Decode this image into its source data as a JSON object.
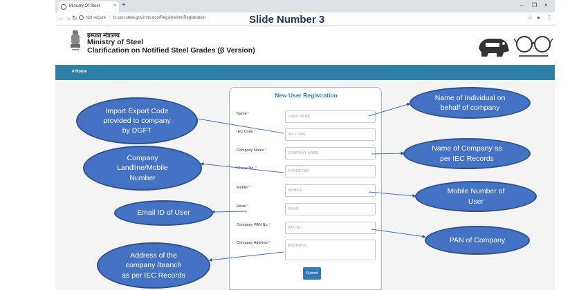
{
  "slide_title": "Slide Number 3",
  "browser": {
    "tab_title": "Ministry Of Steel",
    "tab_close": "×",
    "new_tab": "+",
    "window_controls": [
      "–",
      "❐",
      "×"
    ],
    "security_label": "Not secure",
    "url": "tc-qco.steel.gov.in/tc-qco/Registration/Registration",
    "bookmark_glyph": "☆",
    "profile_glyph": "●",
    "menu_glyph": "⋮",
    "back_glyph": "←",
    "forward_glyph": "→",
    "reload_glyph": "↻"
  },
  "header": {
    "hindi": "इस्पात मंत्रालय",
    "ministry": "Ministry of Steel",
    "subtitle": "Clarification on Notified Steel Grades (β Version)"
  },
  "nav": {
    "home": "Home",
    "home_icon": "home-icon"
  },
  "form": {
    "title": "New User Registration",
    "fields": [
      {
        "label": "Name",
        "required": "*",
        "placeholder": "USER NAME"
      },
      {
        "label": "IEC Code",
        "required": "*",
        "placeholder": "IEC CODE"
      },
      {
        "label": "Company Name",
        "required": "*",
        "placeholder": "COMPANY NAME"
      },
      {
        "label": "Phone No.",
        "required": "*",
        "placeholder": "PHONE NO."
      },
      {
        "label": "Mobile",
        "required": "*",
        "placeholder": "MOBILE"
      },
      {
        "label": "Email",
        "required": "*",
        "placeholder": "EMAIL"
      },
      {
        "label": "Company PAN No.",
        "required": "*",
        "placeholder": "PAN NO."
      },
      {
        "label": "Company Address",
        "required": "*",
        "placeholder": "ADDRESS"
      }
    ],
    "submit": "Submit"
  },
  "callouts": {
    "iec": [
      "Import Export Code",
      "provided to company",
      "by DGFT"
    ],
    "landline": [
      "Company",
      "Landline/Mobile",
      "Number"
    ],
    "email": [
      "Email ID of User"
    ],
    "address": [
      "Address of the",
      "company /branch",
      "as per IEC Records"
    ],
    "name": [
      "Name of Individual on",
      "behalf of company"
    ],
    "company": [
      "Name of Company as",
      "per IEC Records"
    ],
    "mobile": [
      "Mobile Number  of",
      "User"
    ],
    "pan": [
      "PAN of Company"
    ]
  },
  "colors": {
    "callout_fill": "#4472c4",
    "callout_border": "#2f528f",
    "navbar": "#2f7fa7",
    "form_title": "#2f7fa7",
    "slide_title": "#1f3864",
    "submit": "#337ab7",
    "required": "#d9534f"
  }
}
